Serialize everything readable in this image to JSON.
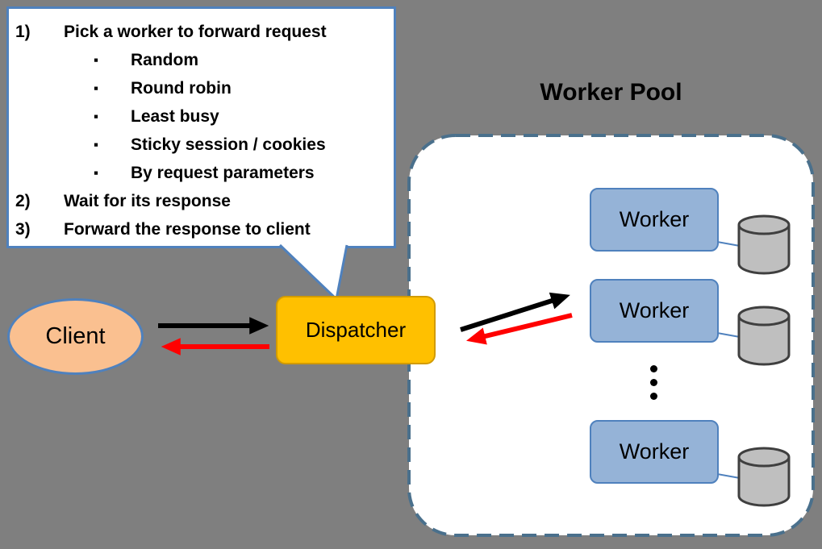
{
  "canvas": {
    "background": "#7F7F7F"
  },
  "callout": {
    "steps": [
      {
        "marker": "1)",
        "label": "Pick a worker to forward request"
      },
      {
        "marker": "2)",
        "label": "Wait for its response"
      },
      {
        "marker": "3)",
        "label": "Forward the response to client"
      }
    ],
    "bullets": [
      "Random",
      "Round robin",
      "Least busy",
      "Sticky session / cookies",
      "By request parameters"
    ],
    "bullet_glyph": "▪"
  },
  "pool": {
    "title": "Worker Pool",
    "workers": [
      "Worker",
      "Worker",
      "Worker"
    ]
  },
  "nodes": {
    "client": "Client",
    "dispatcher": "Dispatcher"
  },
  "edges": [
    {
      "from": "client",
      "to": "dispatcher",
      "type": "request",
      "color": "#000000"
    },
    {
      "from": "dispatcher",
      "to": "client",
      "type": "response",
      "color": "#FF0000"
    },
    {
      "from": "dispatcher",
      "to": "worker",
      "type": "request",
      "color": "#000000"
    },
    {
      "from": "worker",
      "to": "dispatcher",
      "type": "response",
      "color": "#FF0000"
    }
  ],
  "icons": {
    "database": "cylinder",
    "more_workers": "vertical-ellipsis",
    "bullet": "square"
  },
  "colors": {
    "background": "#7F7F7F",
    "client_fill": "#FAC090",
    "dispatcher_fill": "#FFC000",
    "worker_fill": "#95B3D7",
    "worker_border": "#4F81BD",
    "callout_border": "#4F81BD",
    "pool_border": "#4A708C",
    "database_fill": "#BFBFBF",
    "request_arrow": "#000000",
    "response_arrow": "#FF0000"
  }
}
